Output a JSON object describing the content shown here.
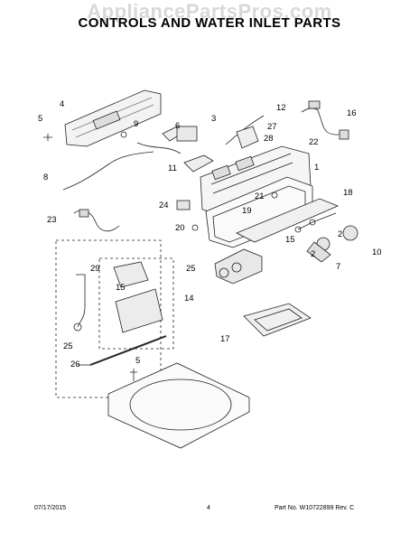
{
  "watermark": "AppliancePartsPros.com",
  "title": "CONTROLS AND WATER INLET PARTS",
  "footer": {
    "date": "07/17/2015",
    "page": "4",
    "part_rev": "Part No.  W10722899  Rev. C"
  },
  "callouts": [
    "1",
    "2",
    "2",
    "3",
    "4",
    "5",
    "5",
    "6",
    "7",
    "8",
    "9",
    "10",
    "11",
    "12",
    "13",
    "14",
    "15",
    "16",
    "17",
    "18",
    "19",
    "20",
    "20",
    "21",
    "22",
    "23",
    "24",
    "25",
    "26",
    "27",
    "28",
    "29"
  ]
}
